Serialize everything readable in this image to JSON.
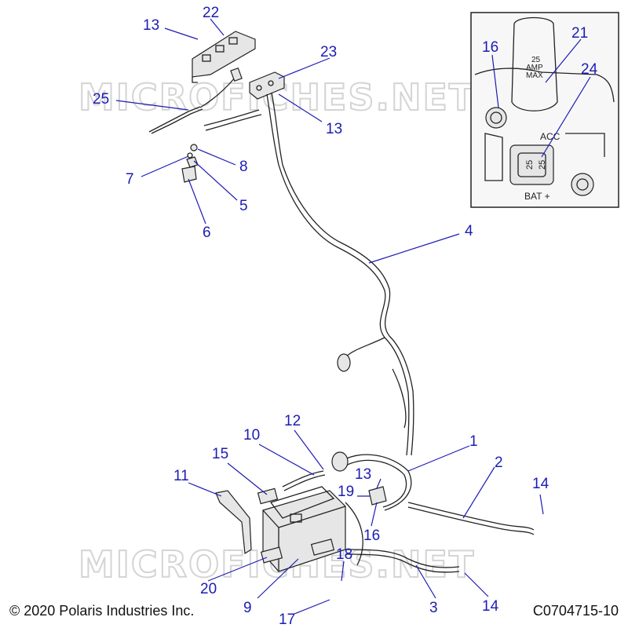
{
  "watermark": {
    "text": "MICROFICHES.NET"
  },
  "callouts": {
    "c1": "1",
    "c2": "2",
    "c3": "3",
    "c4": "4",
    "c5": "5",
    "c6": "6",
    "c7": "7",
    "c8": "8",
    "c9": "9",
    "c10": "10",
    "c11": "11",
    "c12": "12",
    "c13a": "13",
    "c13b": "13",
    "c13c": "13",
    "c14a": "14",
    "c14b": "14",
    "c15": "15",
    "c16a": "16",
    "c16b": "16",
    "c17": "17",
    "c18": "18",
    "c19": "19",
    "c20": "20",
    "c21": "21",
    "c22": "22",
    "c23": "23",
    "c24": "24",
    "c25": "25"
  },
  "inset": {
    "fuse_label_top": "25",
    "fuse_label_amp": "AMP",
    "fuse_label_max": "MAX",
    "acc_label": "ACC",
    "fuse_block_value_left": "25",
    "fuse_block_value_right": "25",
    "bat_label": "BAT +"
  },
  "footer": {
    "copyright": "© 2020 Polaris Industries Inc.",
    "drawing_id": "C0704715-10"
  }
}
